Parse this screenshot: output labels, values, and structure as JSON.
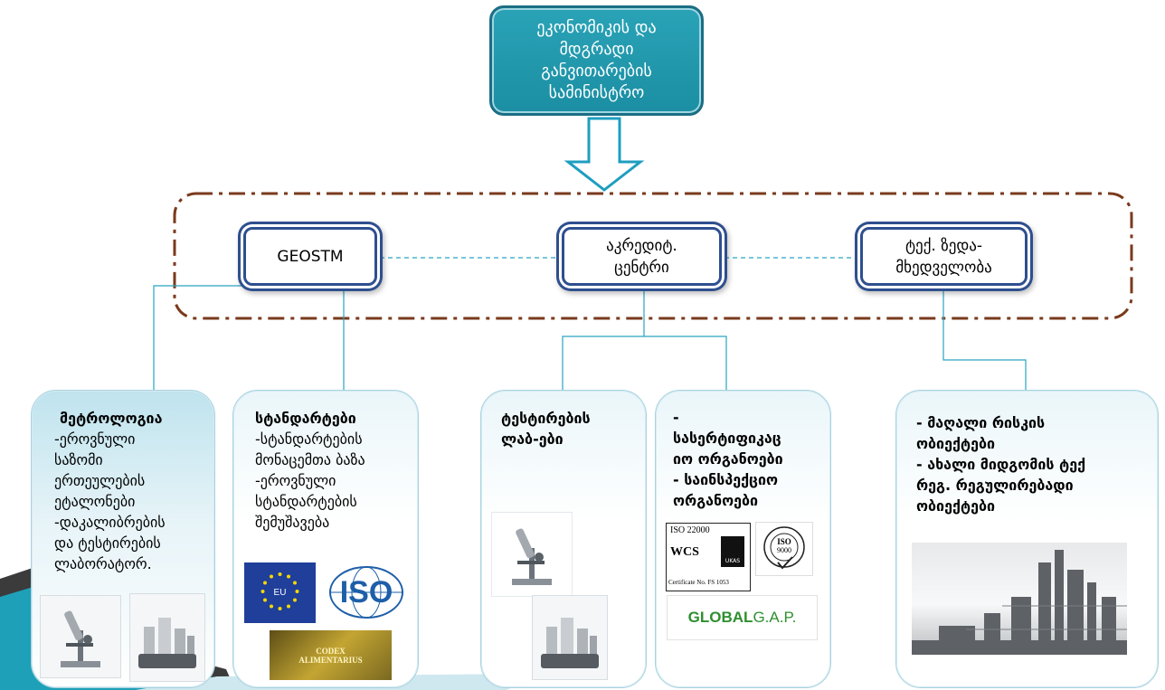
{
  "ministry": {
    "lines": [
      "ეკონომიკის და",
      "მდგრადი",
      "განვითარების",
      "სამინისტრო"
    ]
  },
  "mid": {
    "geostm": "GEOSTM",
    "accred": [
      "აკრედიტ.",
      "ცენტრი"
    ],
    "tech": [
      "ტექ. ზედა-",
      "მხედველობა"
    ]
  },
  "cards": {
    "metrology": {
      "title": "მეტროლოგია",
      "lines": [
        "-ეროვნული",
        "საზომი",
        "ერთეულების",
        "ეტალონები",
        "-დაკალიბრების",
        "და ტესტირების",
        "ლაბორატორ."
      ]
    },
    "standards": {
      "title": "სტანდარტები",
      "lines": [
        "-სტანდარტების",
        "მონაცემთა ბაზა",
        "-ეროვნული",
        "სტანდარტების",
        "შემუშავება"
      ]
    },
    "testing": {
      "title_lines": [
        "ტესტირების",
        "ლაბ-ები"
      ]
    },
    "certification": {
      "lines": [
        "-",
        "სასერტიფიკაც",
        "იო ორგანოები",
        "- საინსპექციო",
        "ორგანოები"
      ]
    },
    "risk": {
      "lines": [
        "- მაღალი რისკის",
        "ობიექტები",
        "- ახალი მიდგომის ტექ",
        "რეგ. რეგულირებადი",
        "ობიექტები"
      ]
    }
  },
  "logos": {
    "eu": "EU",
    "iso": "ISO",
    "codex": [
      "CODEX",
      "ALIMENTARIUS"
    ],
    "iso22000": "ISO 22000",
    "wcs": "WCS",
    "ukas": "UKAS",
    "cert_no": "Certificate No. FS 1053",
    "iso9000": [
      "ISO",
      "9000"
    ],
    "globalgap_a": "GLOBAL",
    "globalgap_b": "G.A.P."
  },
  "colors": {
    "ministry_fill": "#2aa3b7",
    "box_border": "#2e4f8f",
    "dashdot": "#7a3a1c",
    "connector": "#29a3c2"
  }
}
